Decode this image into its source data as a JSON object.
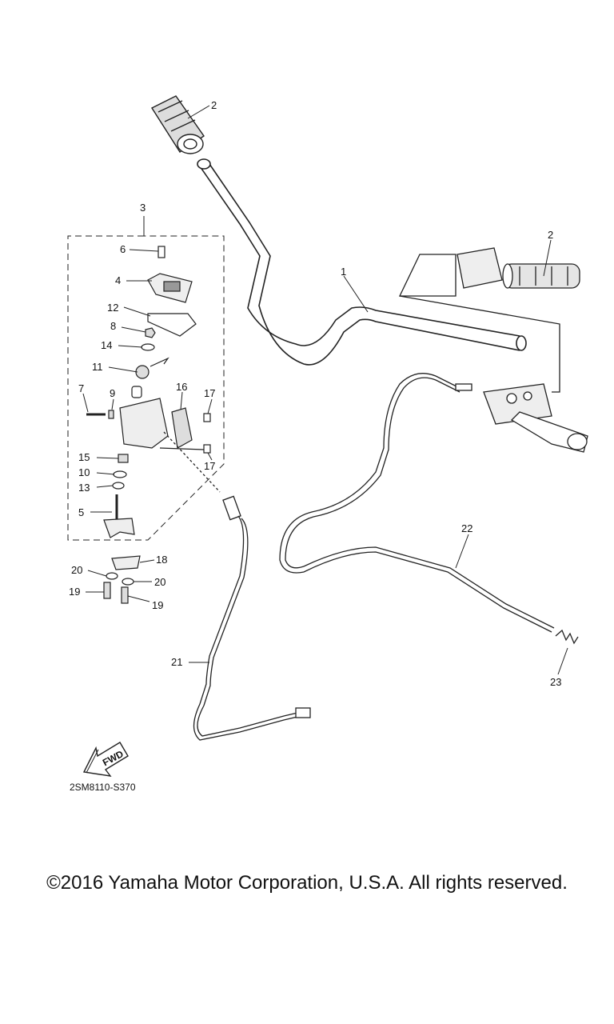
{
  "diagram": {
    "callouts": [
      "1",
      "2",
      "2",
      "3",
      "4",
      "5",
      "6",
      "7",
      "8",
      "9",
      "10",
      "11",
      "12",
      "13",
      "14",
      "15",
      "16",
      "17",
      "17",
      "18",
      "19",
      "19",
      "20",
      "20",
      "21",
      "22",
      "23"
    ],
    "fwd_label": "FWD",
    "diagram_code": "2SM8110-S370"
  },
  "footer": {
    "copyright": "©2016 Yamaha Motor Corporation, U.S.A. All rights reserved."
  }
}
